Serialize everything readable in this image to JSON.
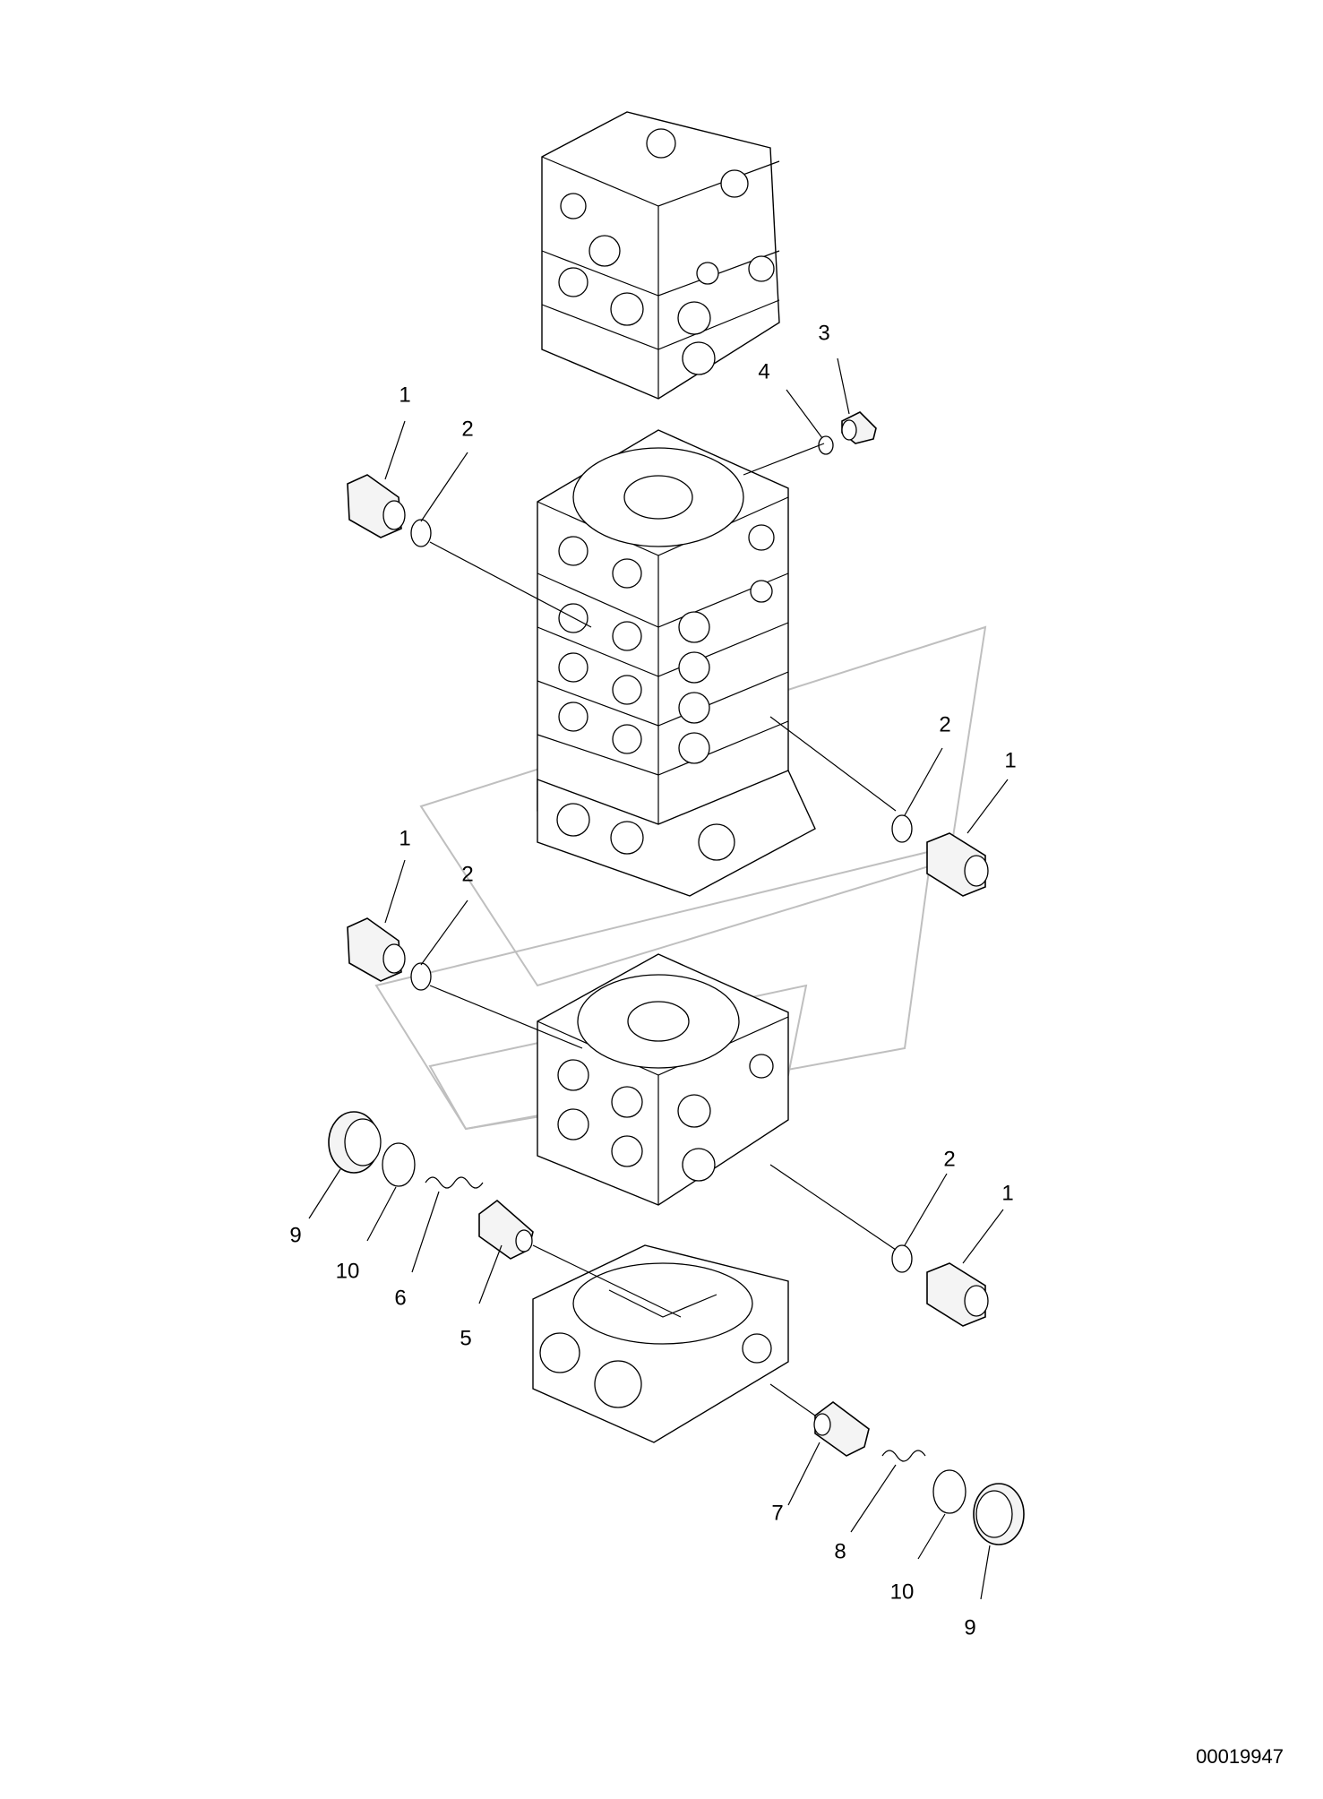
{
  "diagram": {
    "reference_number": "00019947",
    "callouts": [
      {
        "id": "callout-1-upper-left",
        "label": "1"
      },
      {
        "id": "callout-2-upper-left",
        "label": "2"
      },
      {
        "id": "callout-3",
        "label": "3"
      },
      {
        "id": "callout-4",
        "label": "4"
      },
      {
        "id": "callout-2-mid-right",
        "label": "2"
      },
      {
        "id": "callout-1-mid-right",
        "label": "1"
      },
      {
        "id": "callout-1-mid-left",
        "label": "1"
      },
      {
        "id": "callout-2-mid-left",
        "label": "2"
      },
      {
        "id": "callout-2-lower-right",
        "label": "2"
      },
      {
        "id": "callout-1-lower-right",
        "label": "1"
      },
      {
        "id": "callout-9-left",
        "label": "9"
      },
      {
        "id": "callout-10-left",
        "label": "10"
      },
      {
        "id": "callout-6",
        "label": "6"
      },
      {
        "id": "callout-5",
        "label": "5"
      },
      {
        "id": "callout-7",
        "label": "7"
      },
      {
        "id": "callout-8",
        "label": "8"
      },
      {
        "id": "callout-10-right",
        "label": "10"
      },
      {
        "id": "callout-9-right",
        "label": "9"
      }
    ]
  }
}
